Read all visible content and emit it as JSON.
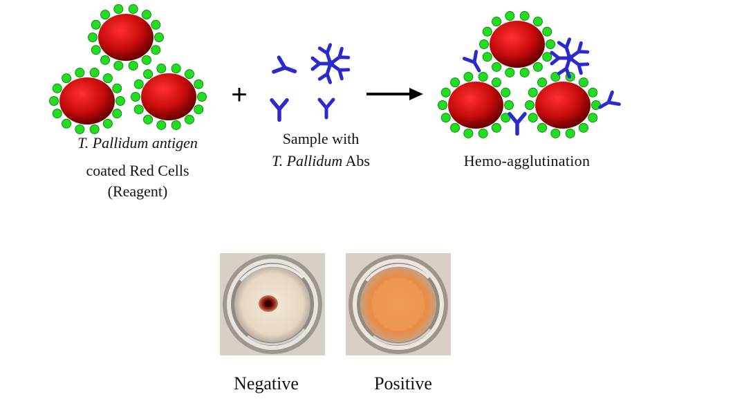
{
  "reagent": {
    "line1": "T. Pallidum antigen",
    "line2": "coated Red Cells",
    "line3": "(Reagent)"
  },
  "operator": "+",
  "sample": {
    "line1": "Sample with",
    "line2_italic": "T. Pallidum",
    "line2_rest": " Abs"
  },
  "result": "Hemo-agglutination",
  "wells": {
    "negative_label": "Negative",
    "positive_label": "Positive"
  },
  "colors": {
    "red_cell": "#cc1010",
    "antigen": "#22dd22",
    "antibody": "#2a2ad0"
  }
}
